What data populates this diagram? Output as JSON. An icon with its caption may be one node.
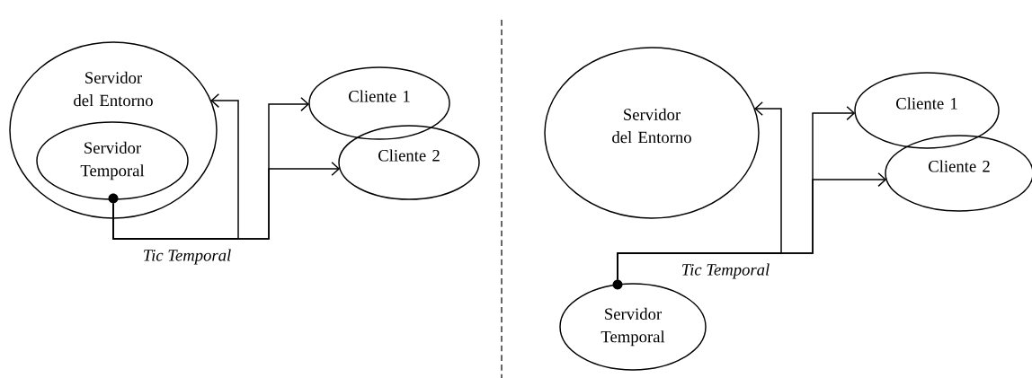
{
  "diagram": {
    "nodes": [
      {
        "text": [
          "Servidor del Entorno"
        ]
      },
      {
        "text": [
          "Servidor Temporal"
        ],
        "in": 0
      },
      {
        "text": [
          "Cliente 1"
        ]
      },
      {
        "text": [
          "Cliente 2"
        ]
      },
      {
        "text": [
          "Servidor del Entorno"
        ]
      },
      {
        "text": [
          "Cliente 1"
        ]
      },
      {
        "text": [
          "Cliente 2"
        ]
      },
      {
        "text": [
          "Servidor Temporal"
        ]
      },
      {
        "text": [],
        "shape": "circle",
        "in": 0
      },
      {
        "text": [],
        "shape": "circle"
      }
    ],
    "edges": [
      {
        "from": 8,
        "to": 0,
        "arrow": "to",
        "label": "Tic Temporal"
      },
      {
        "from": 8,
        "to": 2,
        "arrow": "to"
      },
      {
        "from": 8,
        "to": 3,
        "arrow": "to"
      },
      {
        "from": 9,
        "to": 4,
        "arrow": "to",
        "label": "Tic Temporal"
      },
      {
        "from": 9,
        "to": 5,
        "arrow": "to"
      },
      {
        "from": 9,
        "to": 6,
        "arrow": "to"
      }
    ]
  }
}
